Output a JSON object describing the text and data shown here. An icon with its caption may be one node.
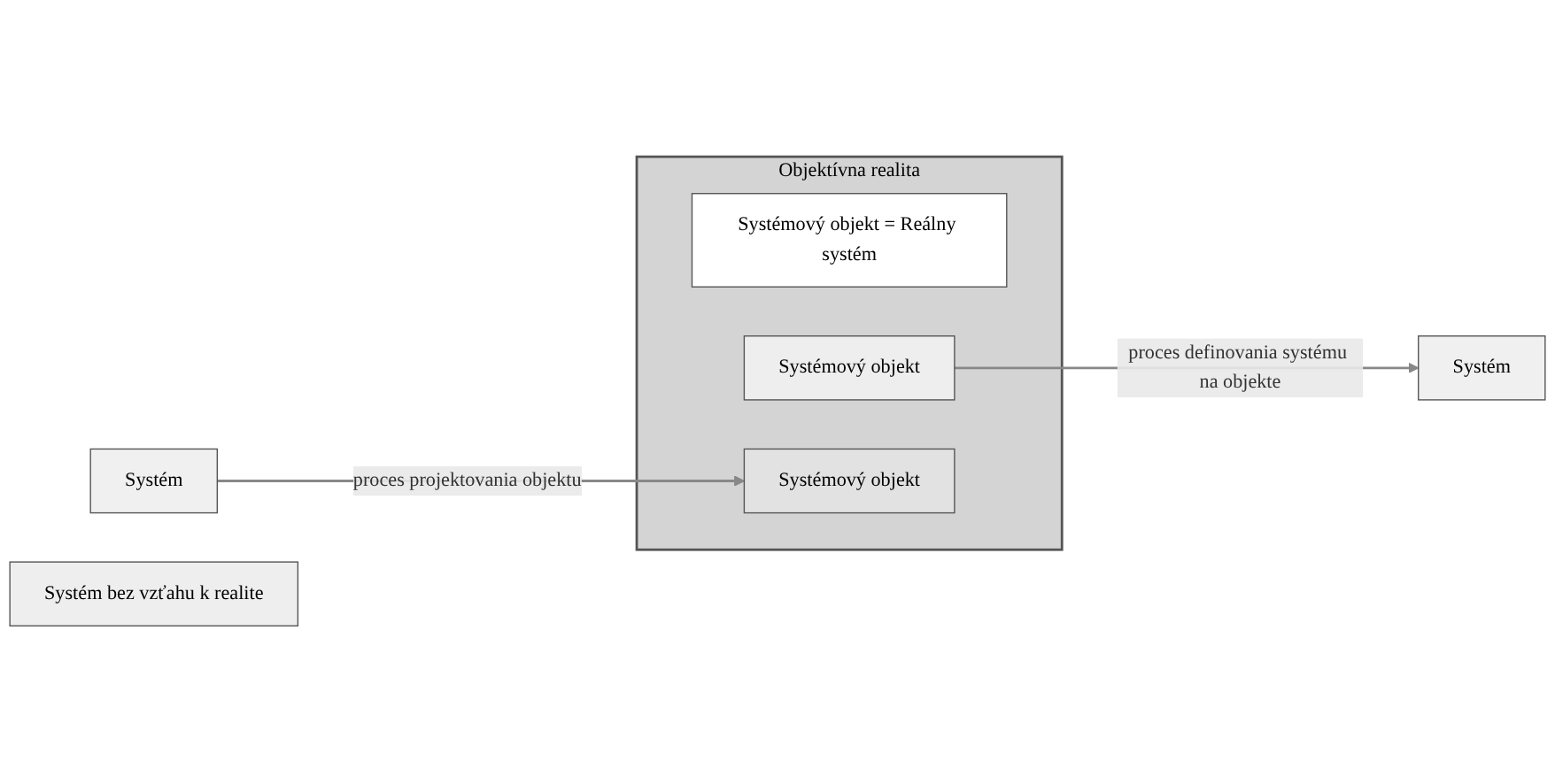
{
  "diagram": {
    "nodes": [
      {
        "text": [
          "Objektívna realita"
        ]
      },
      {
        "text": [
          "Systémový objekt = Reálny systém"
        ],
        "in": 0
      },
      {
        "text": [
          "Systémový objekt"
        ],
        "in": 0
      },
      {
        "text": [
          "Systémový objekt"
        ],
        "in": 0
      },
      {
        "text": [
          "Systém"
        ]
      },
      {
        "text": [
          "Systém"
        ]
      },
      {
        "text": [
          "Systém bez vzťahu k realite"
        ]
      }
    ],
    "edges": [
      {
        "from": 2,
        "to": 4,
        "arrow": "to",
        "label": "proces definovania systému na objekte"
      },
      {
        "from": 5,
        "to": 3,
        "arrow": "to",
        "label": "proces projektovania objektu"
      }
    ]
  }
}
